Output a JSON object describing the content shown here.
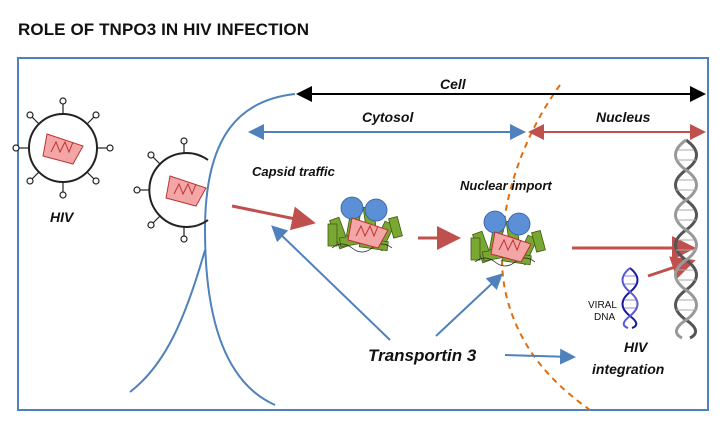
{
  "title": "ROLE OF TNPO3 IN HIV INFECTION",
  "labels": {
    "cell": "Cell",
    "cytosol": "Cytosol",
    "nucleus": "Nucleus",
    "hiv": "HIV",
    "capsid_traffic": "Capsid traffic",
    "nuclear_import": "Nuclear import",
    "transportin": "Transportin 3",
    "viral_dna_line1": "VIRAL",
    "viral_dna_line2": "DNA",
    "hiv_integration_line1": "HIV",
    "hiv_integration_line2": "integration"
  },
  "colors": {
    "frame_blue": "#4f81bd",
    "arrow_red": "#c0504d",
    "nuclear_membrane": "#e46c0a",
    "capsid_fill": "#f4a6a6",
    "protein_green": "#7aa632",
    "protein_blue": "#5b8fd6"
  }
}
